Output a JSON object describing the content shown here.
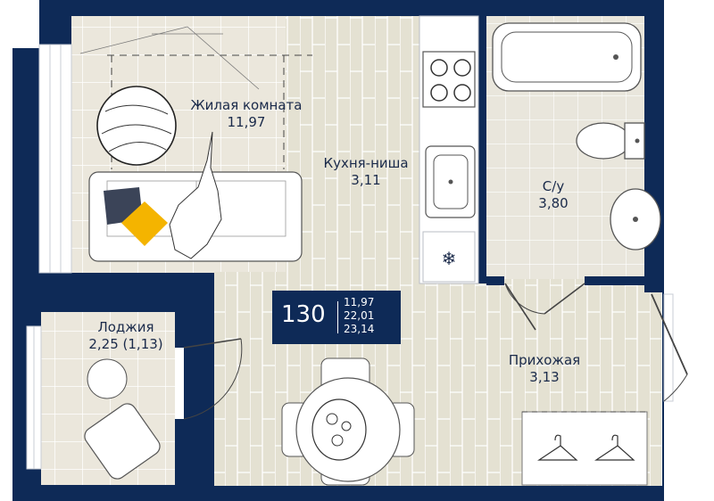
{
  "colors": {
    "wall": "#0e2a57",
    "floor_tile": "#ebe7dc",
    "floor_plank": "#e4e1d2",
    "bath_tile": "#e9e6dc",
    "accent_pillow": "#f4b400",
    "dark_pillow": "#3b4458"
  },
  "rooms": {
    "living": {
      "name": "Жилая комната",
      "area": "11,97"
    },
    "kitchen": {
      "name": "Кухня-ниша",
      "area": "3,11"
    },
    "bathroom": {
      "name": "С/у",
      "area": "3,80"
    },
    "hallway": {
      "name": "Прихожая",
      "area": "3,13"
    },
    "loggia": {
      "name": "Лоджия",
      "area": "2,25 (1,13)"
    }
  },
  "badge": {
    "number": "130",
    "area_living": "11,97",
    "area_total1": "22,01",
    "area_total2": "23,14"
  },
  "icons": {
    "snowflake": "snowflake-icon",
    "hanger": "hanger-icon"
  }
}
